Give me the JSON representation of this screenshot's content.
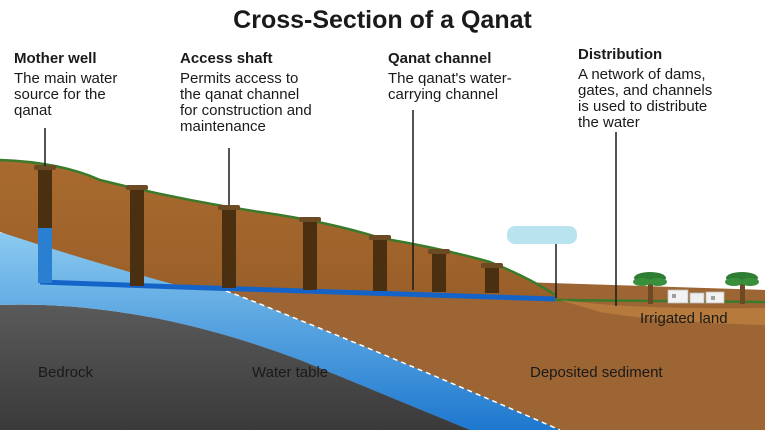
{
  "title": "Cross-Section of a Qanat",
  "callouts": [
    {
      "heading": "Mother well",
      "description": [
        "The main water",
        "source for the",
        "qanat"
      ]
    },
    {
      "heading": "Access shaft",
      "description": [
        "Permits access to",
        "the qanat channel",
        "for construction and",
        "maintenance"
      ]
    },
    {
      "heading": "Qanat channel",
      "description": [
        "The qanat's water-",
        "carrying channel"
      ]
    },
    {
      "heading": "Distribution",
      "description": [
        "A network of dams,",
        "gates, and channels",
        "is used to distribute",
        "the water"
      ]
    }
  ],
  "labels": {
    "bedrock": "Bedrock",
    "water_table": "Water table",
    "deposited_sediment": "Deposited sediment",
    "irrigated_land": "Irrigated land"
  },
  "colors": {
    "sky": "#ffffff",
    "hill_soil": "#a8692d",
    "hill_soil_dark": "#8a5524",
    "sediment": "#9c6533",
    "grass_edge": "#3b7a2a",
    "water_light": "#9fd3f0",
    "water_deep": "#2a7fd0",
    "channel": "#1463c8",
    "bedrock": "#4a4a4a",
    "bedrock_light": "#6a6a6a",
    "shaft": "#4a3010"
  }
}
